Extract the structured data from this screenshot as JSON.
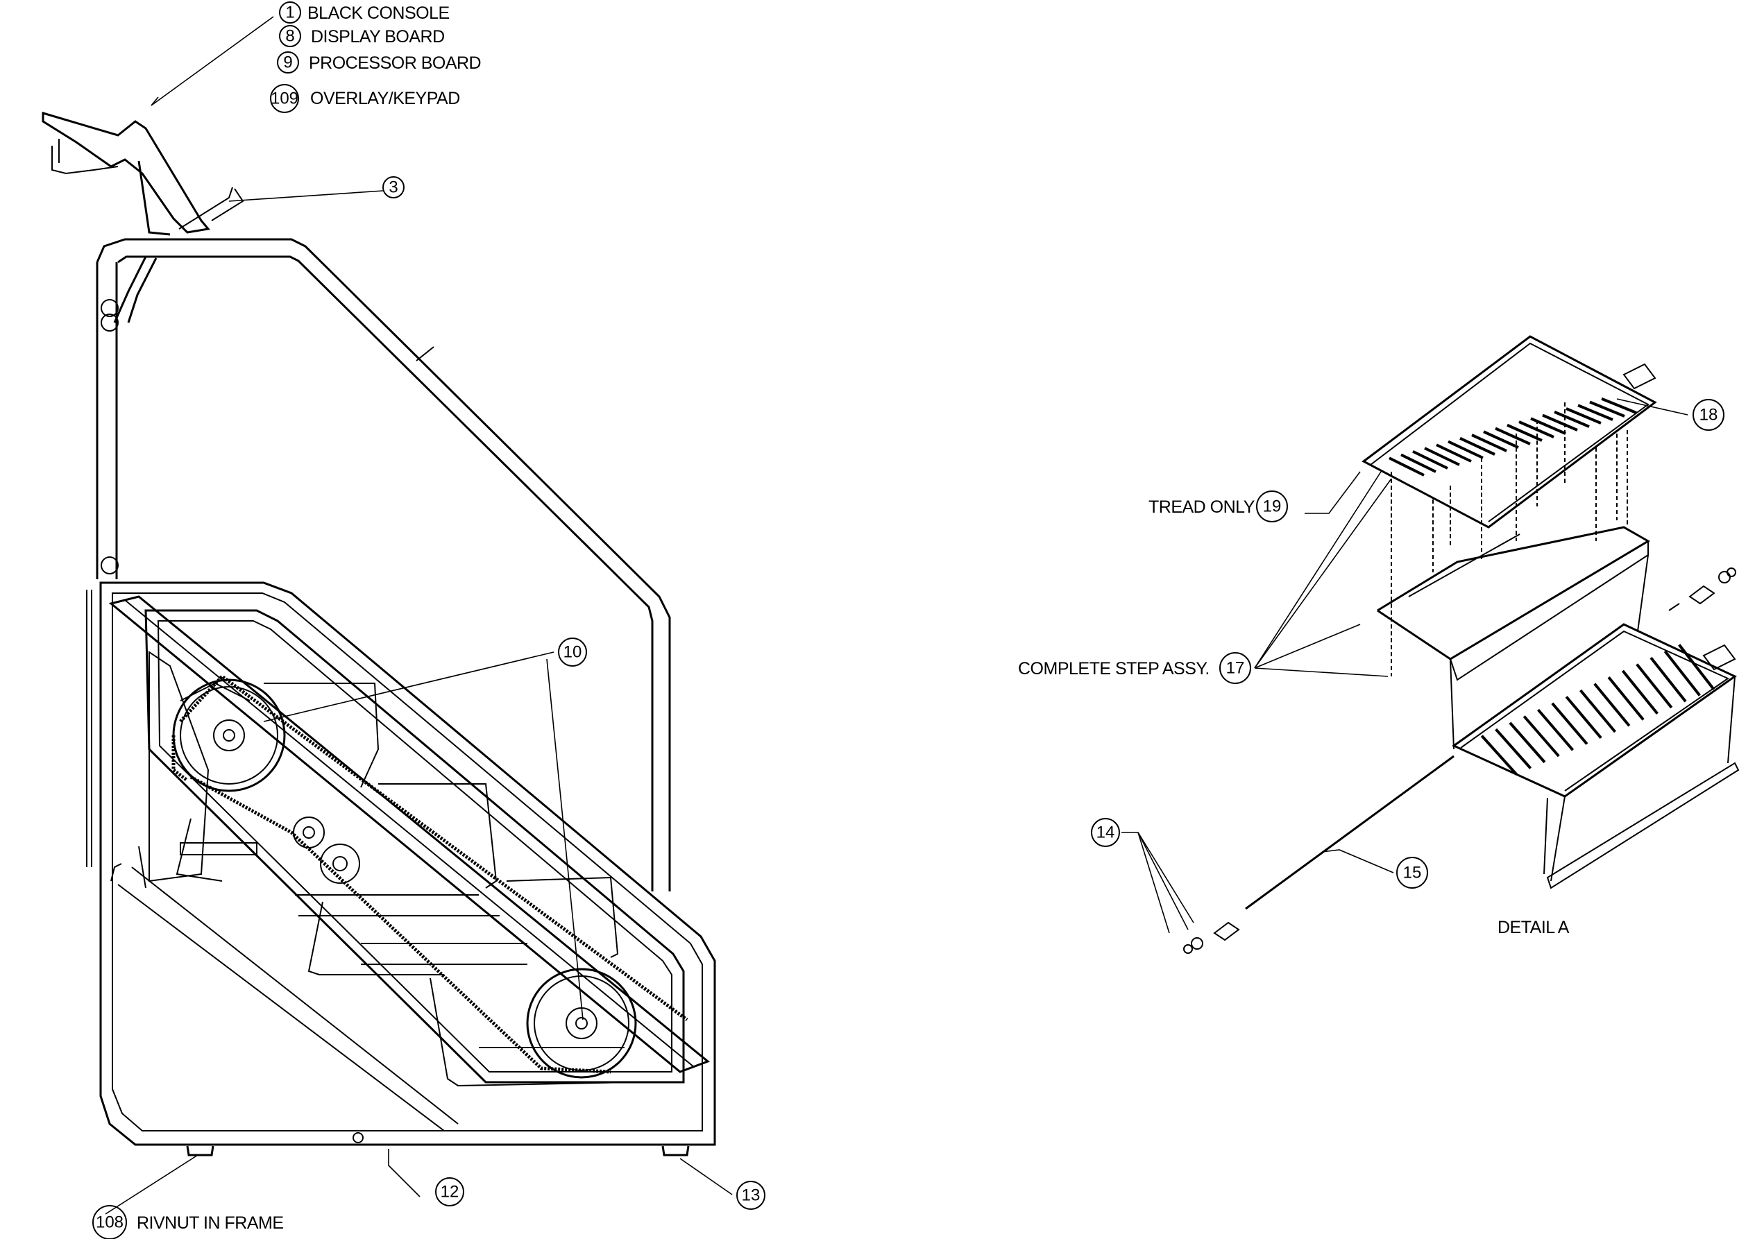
{
  "callouts": {
    "c1": "1",
    "c8": "8",
    "c9": "9",
    "c109": "109",
    "c3": "3",
    "c10": "10",
    "c12": "12",
    "c13": "13",
    "c108": "108",
    "c14": "14",
    "c15": "15",
    "c17": "17",
    "c18": "18",
    "c19": "19"
  },
  "labels": {
    "black_console": "BLACK CONSOLE",
    "display_board": "DISPLAY BOARD",
    "processor_board": "PROCESSOR BOARD",
    "overlay_keypad": "OVERLAY/KEYPAD",
    "rivnut_in_frame": "RIVNUT IN FRAME",
    "tread_only": "TREAD ONLY",
    "complete_step_assy": "COMPLETE STEP ASSY.",
    "detail_a": "DETAIL A"
  }
}
